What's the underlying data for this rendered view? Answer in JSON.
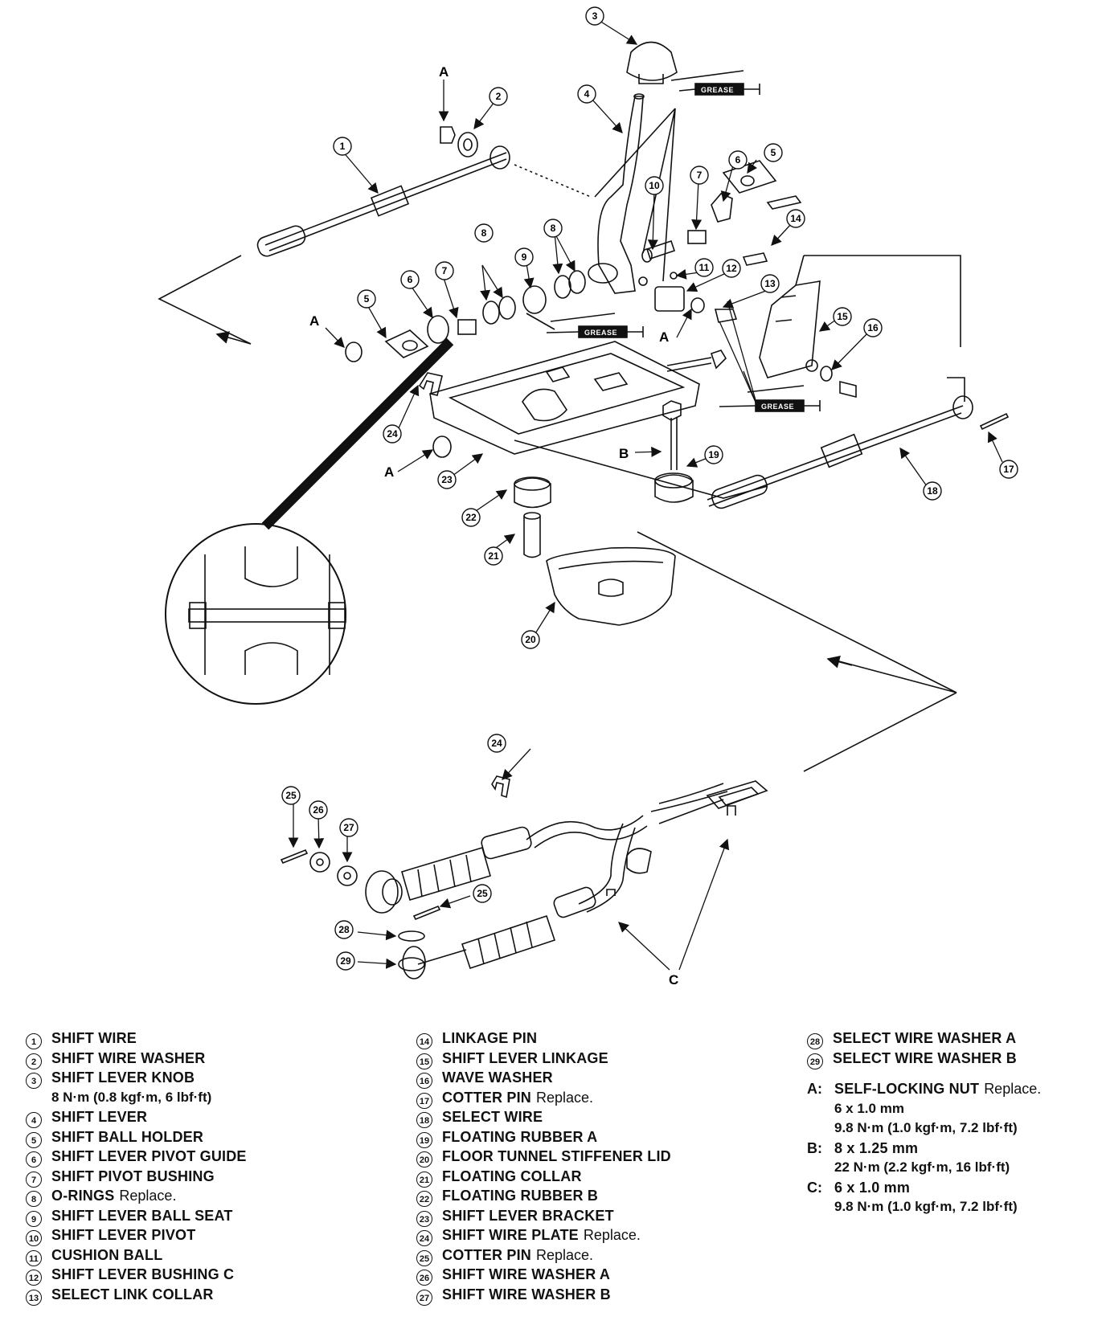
{
  "diagram": {
    "grease_label": "GREASE",
    "letters": {
      "a": "A",
      "b": "B",
      "c": "C"
    }
  },
  "legend": {
    "items": [
      {
        "num": "1",
        "name": "SHIFT WIRE"
      },
      {
        "num": "2",
        "name": "SHIFT WIRE WASHER"
      },
      {
        "num": "3",
        "name": "SHIFT LEVER KNOB",
        "spec": "8 N·m (0.8 kgf·m, 6 lbf·ft)"
      },
      {
        "num": "4",
        "name": "SHIFT LEVER"
      },
      {
        "num": "5",
        "name": "SHIFT BALL HOLDER"
      },
      {
        "num": "6",
        "name": "SHIFT LEVER PIVOT GUIDE"
      },
      {
        "num": "7",
        "name": "SHIFT PIVOT BUSHING"
      },
      {
        "num": "8",
        "name": "O-RINGS",
        "note": "Replace."
      },
      {
        "num": "9",
        "name": "SHIFT LEVER BALL SEAT"
      },
      {
        "num": "10",
        "name": "SHIFT LEVER PIVOT"
      },
      {
        "num": "11",
        "name": "CUSHION BALL"
      },
      {
        "num": "12",
        "name": "SHIFT LEVER BUSHING C"
      },
      {
        "num": "13",
        "name": "SELECT LINK COLLAR"
      },
      {
        "num": "14",
        "name": "LINKAGE PIN"
      },
      {
        "num": "15",
        "name": "SHIFT LEVER LINKAGE"
      },
      {
        "num": "16",
        "name": "WAVE WASHER"
      },
      {
        "num": "17",
        "name": "COTTER PIN",
        "note": "Replace."
      },
      {
        "num": "18",
        "name": "SELECT WIRE"
      },
      {
        "num": "19",
        "name": "FLOATING RUBBER A"
      },
      {
        "num": "20",
        "name": "FLOOR TUNNEL STIFFENER LID"
      },
      {
        "num": "21",
        "name": "FLOATING COLLAR"
      },
      {
        "num": "22",
        "name": "FLOATING RUBBER B"
      },
      {
        "num": "23",
        "name": "SHIFT LEVER BRACKET"
      },
      {
        "num": "24",
        "name": "SHIFT WIRE PLATE",
        "note": "Replace."
      },
      {
        "num": "25",
        "name": "COTTER PIN",
        "note": "Replace."
      },
      {
        "num": "26",
        "name": "SHIFT WIRE WASHER A"
      },
      {
        "num": "27",
        "name": "SHIFT WIRE WASHER B"
      },
      {
        "num": "28",
        "name": "SELECT WIRE WASHER A"
      },
      {
        "num": "29",
        "name": "SELECT WIRE WASHER B"
      }
    ],
    "fasteners": [
      {
        "tag": "A:",
        "name": "SELF-LOCKING NUT",
        "note": "Replace.",
        "lines": [
          "6 x 1.0 mm",
          "9.8 N·m (1.0 kgf·m, 7.2 lbf·ft)"
        ]
      },
      {
        "tag": "B:",
        "name": "8 x 1.25 mm",
        "lines": [
          "22 N·m (2.2 kgf·m, 16 lbf·ft)"
        ]
      },
      {
        "tag": "C:",
        "name": "6 x 1.0 mm",
        "lines": [
          "9.8 N·m (1.0 kgf·m, 7.2 lbf·ft)"
        ]
      }
    ]
  }
}
